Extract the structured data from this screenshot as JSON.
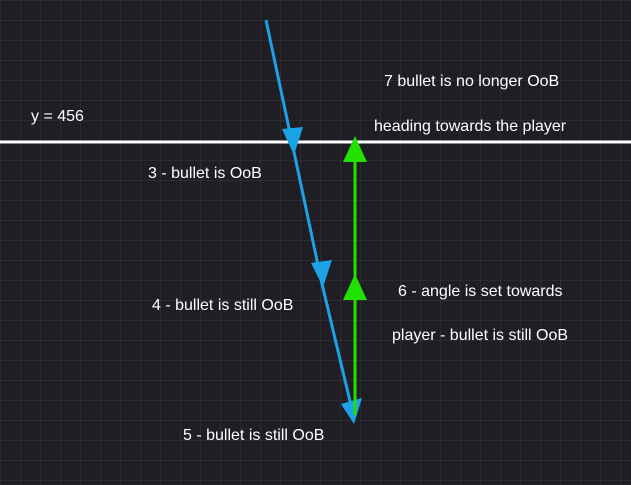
{
  "boundary": {
    "label": "y = 456",
    "color": "#ffffff"
  },
  "colors": {
    "bullet_path": "#1aa3e6",
    "redirect_path": "#22e000"
  },
  "annotations": {
    "step3": "3 - bullet is OoB",
    "step4": "4 - bullet is still OoB",
    "step5": "5 - bullet is still OoB",
    "step6_line1": "6 - angle is set towards",
    "step6_line2": "player - bullet is still OoB",
    "step7_line1": "7 bullet is no longer OoB",
    "step7_line2": "heading towards the player"
  }
}
